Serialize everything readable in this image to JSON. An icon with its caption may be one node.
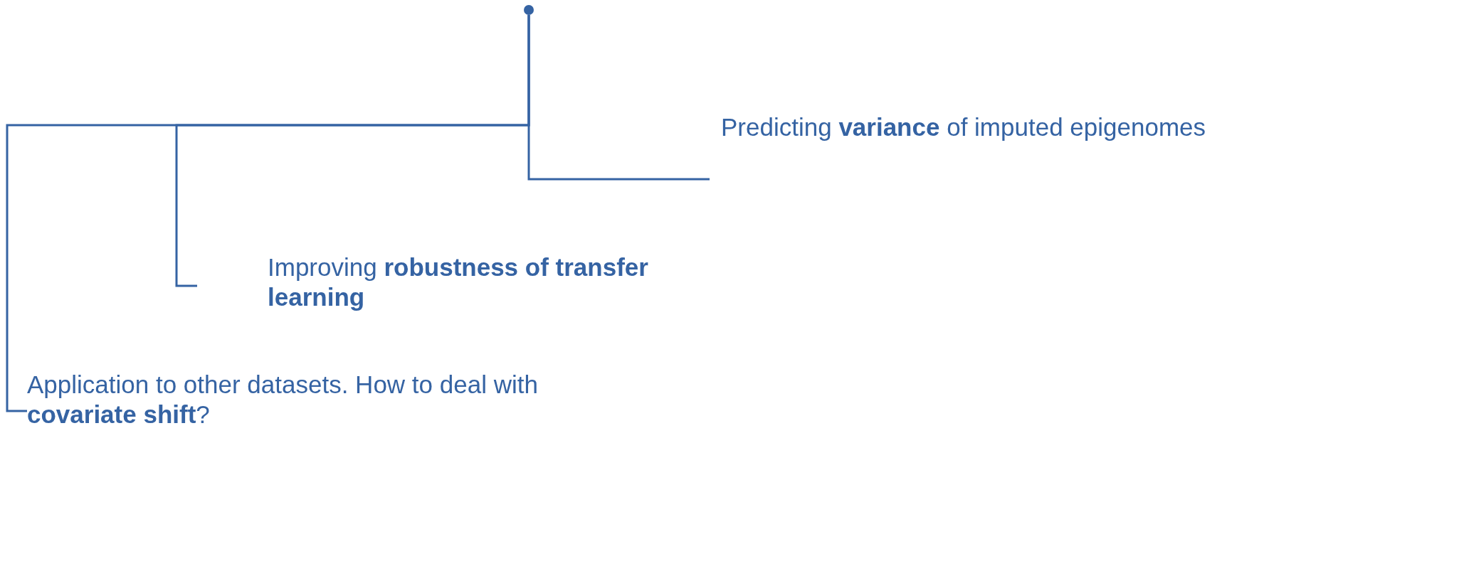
{
  "diagram": {
    "nodes": [
      {
        "text": [],
        "shape": "circle"
      },
      {
        "text": [
          "Predicting **variance** of imputed epigenomes"
        ]
      },
      {
        "text": [
          "Improving **robustness of transfer learning**"
        ]
      },
      {
        "text": [
          "Application to other datasets. How to deal with **covariate shift**?"
        ]
      }
    ],
    "edges": [
      {
        "from": 0,
        "to": 1,
        "arrow": "none"
      },
      {
        "from": 0,
        "to": 2,
        "arrow": "none"
      },
      {
        "from": 0,
        "to": 3,
        "arrow": "none"
      }
    ]
  }
}
